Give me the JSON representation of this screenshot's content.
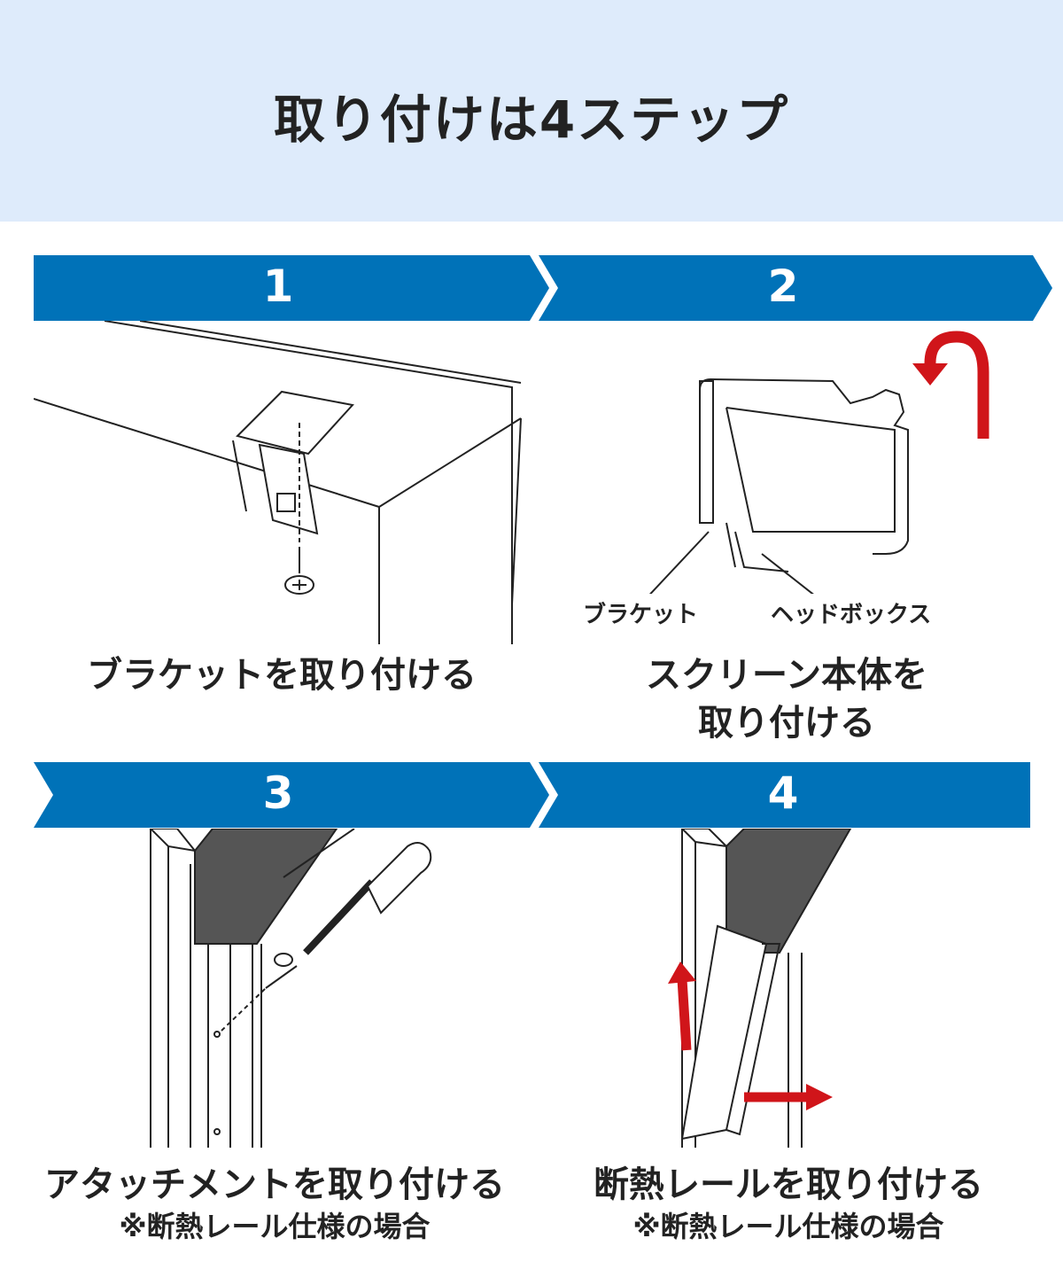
{
  "title": "取り付けは4ステップ",
  "brand_color": "#0072b8",
  "arrow_color": "#d0151a",
  "steps": [
    {
      "number": "1",
      "caption": "ブラケットを取り付ける"
    },
    {
      "number": "2",
      "caption_line1": "スクリーン本体を",
      "caption_line2": "取り付ける",
      "labels": {
        "bracket": "ブラケット",
        "headbox": "ヘッドボックス"
      }
    },
    {
      "number": "3",
      "caption": "アタッチメントを取り付ける",
      "note": "※断熱レール仕様の場合"
    },
    {
      "number": "4",
      "caption": "断熱レールを取り付ける",
      "note": "※断熱レール仕様の場合"
    }
  ]
}
